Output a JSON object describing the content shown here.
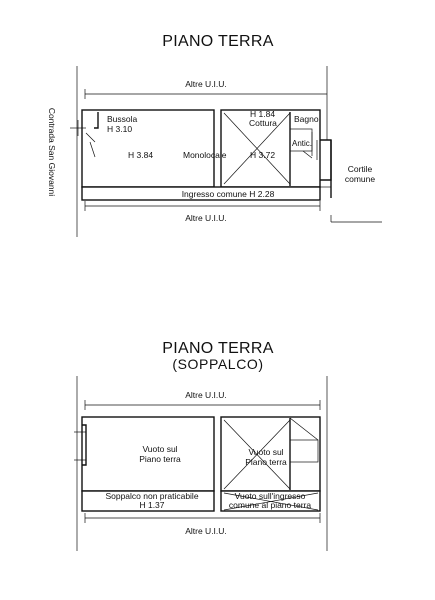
{
  "ground_floor": {
    "title": "PIANO TERRA",
    "street_label": "Contrada San Giovanni",
    "top_neighbor": "Altre U.I.U.",
    "bottom_neighbor": "Altre U.I.U.",
    "rooms": {
      "bussola": "Bussola",
      "bussola_h": "H 3.10",
      "monolocale_h": "H 3.84",
      "monolocale": "Monolocale",
      "cottura_h": "H 1.84",
      "cottura": "Cottura",
      "cottura_h2": "H 3.72",
      "bagno": "Bagno",
      "antic": "Antic.",
      "cortile_line1": "Cortile",
      "cortile_line2": "comune",
      "ingresso": "Ingresso comune  H 2.28"
    }
  },
  "mezzanine": {
    "title": "PIANO TERRA",
    "subtitle": "(SOPPALCO)",
    "top_neighbor": "Altre U.I.U.",
    "bottom_neighbor": "Altre U.I.U.",
    "rooms": {
      "vuoto1_line1": "Vuoto sul",
      "vuoto1_line2": "Piano terra",
      "vuoto2_line1": "Vuoto sul",
      "vuoto2_line2": "Piano terra",
      "soppalco_line1": "Soppalco non praticabile",
      "soppalco_line2": "H 1.37",
      "vuoto_ingresso_line1": "Vuoto sull'ingresso",
      "vuoto_ingresso_line2": "comune al piano terra"
    }
  }
}
